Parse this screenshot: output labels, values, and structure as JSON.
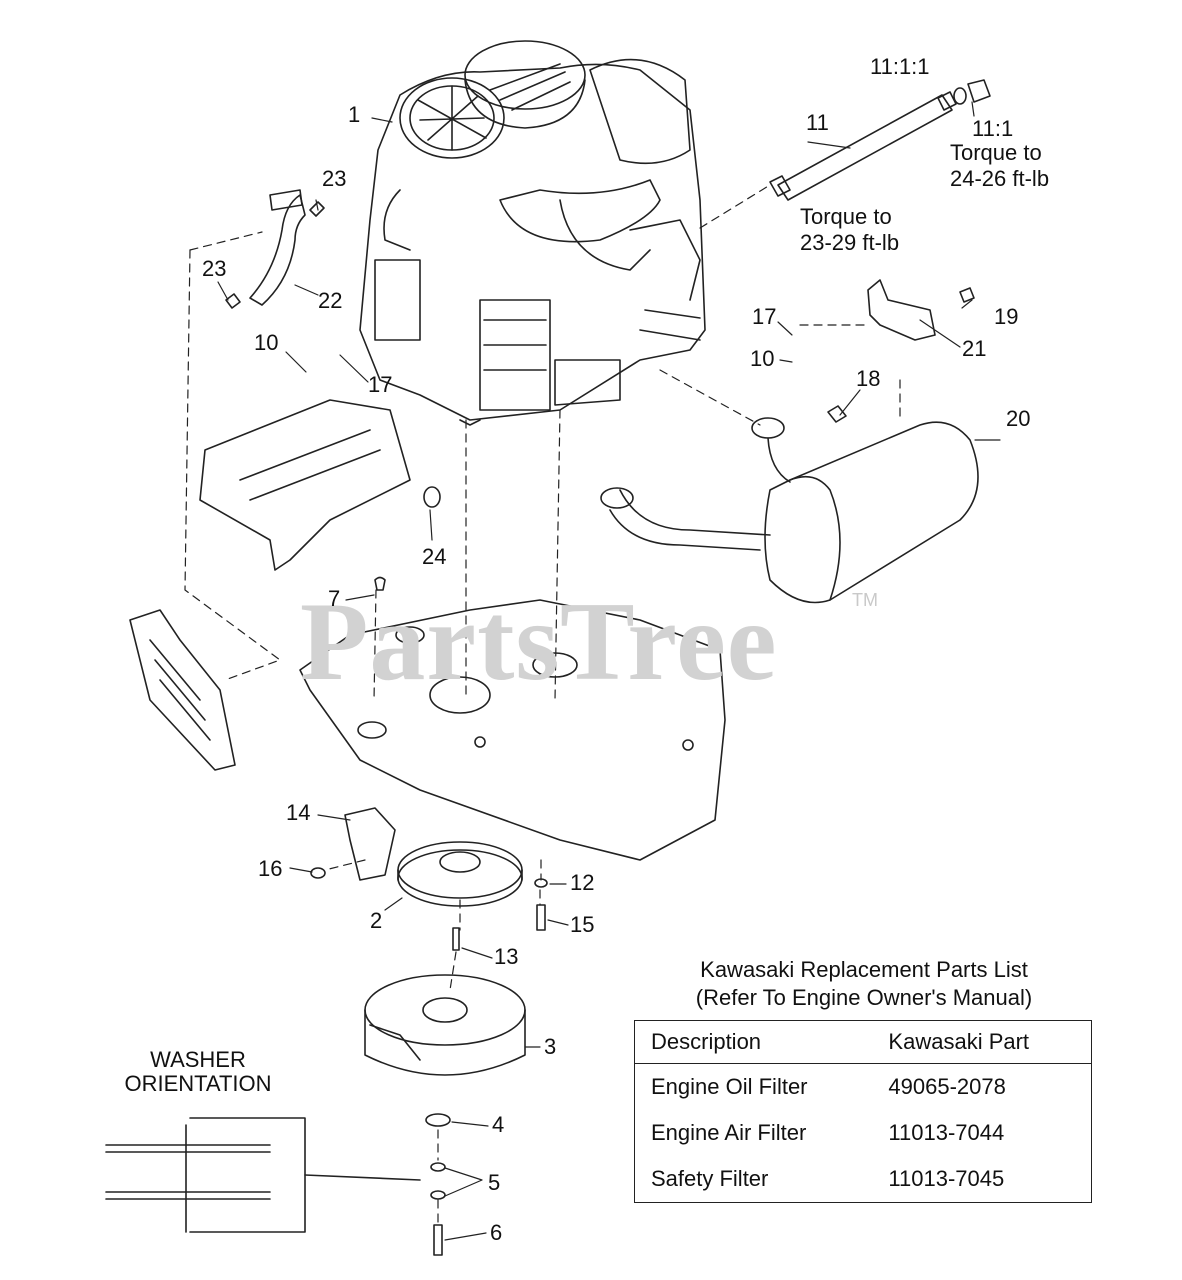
{
  "callouts": [
    "1",
    "23",
    "23",
    "22",
    "10",
    "17",
    "11:1:1",
    "11",
    "11:1",
    "17",
    "10",
    "19",
    "21",
    "18",
    "20",
    "24",
    "7",
    "14",
    "16",
    "2",
    "12",
    "15",
    "13",
    "3",
    "4",
    "5",
    "6"
  ],
  "notes": {
    "torque_11": [
      "Torque to",
      "24-26 ft-lb"
    ],
    "torque_main": [
      "Torque to",
      "23-29 ft-lb"
    ]
  },
  "washer_orientation": [
    "WASHER",
    "ORIENTATION"
  ],
  "watermark": {
    "text": "PartsTree",
    "tm": "TM"
  },
  "parts_list": {
    "title": [
      "Kawasaki Replacement Parts List",
      "(Refer To Engine Owner's Manual)"
    ],
    "header": {
      "description": "Description",
      "part": "Kawasaki Part"
    },
    "rows": [
      {
        "description": "Engine Oil Filter",
        "part": "49065-2078"
      },
      {
        "description": "Engine Air Filter",
        "part": "11013-7044"
      },
      {
        "description": "Safety Filter",
        "part": "11013-7045"
      }
    ]
  },
  "colors": {
    "line": "#222222",
    "watermark": "#d2d2d2"
  }
}
